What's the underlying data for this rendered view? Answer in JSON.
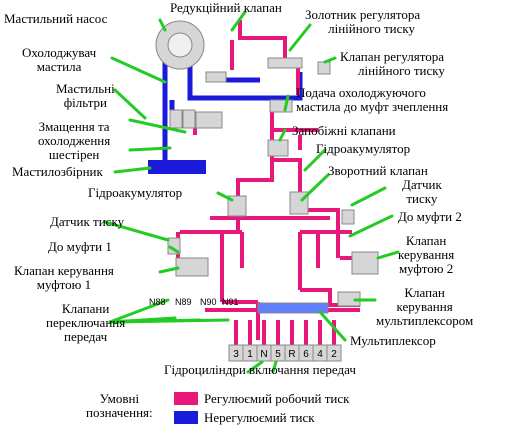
{
  "colors": {
    "regulated": "#e8187a",
    "unregulated": "#1a1adb",
    "annotation": "#22cc22",
    "component": "#d6d6d6"
  },
  "labels": {
    "oil_pump": "Мастильний насос",
    "reduction_valve": "Редукційний клапан",
    "line_spool_1": "Золотник регулятора",
    "line_spool_2": "лінійного тиску",
    "line_valve_1": "Клапан регулятора",
    "line_valve_2": "лінійного тиску",
    "oil_cooler_1": "Охолоджувач",
    "oil_cooler_2": "мастила",
    "oil_filters_1": "Мастильні",
    "oil_filters_2": "фільтри",
    "cooled_oil_1": "Подача охолоджуючого",
    "cooled_oil_2": "мастила до муфт зчеплення",
    "gear_lube_1": "Змащення та",
    "gear_lube_2": "охолодження",
    "gear_lube_3": "шестірен",
    "sump": "Мастилозбірник",
    "safety_valves": "Запобіжні клапани",
    "accumulator_top": "Гідроакумулятор",
    "check_valve": "Зворотний клапан",
    "accumulator_mid": "Гідроакумулятор",
    "pressure_sensor_right_1": "Датчик",
    "pressure_sensor_right_2": "тиску",
    "pressure_sensor_left": "Датчик тиску",
    "to_clutch_2": "До муфти 2",
    "to_clutch_1": "До муфти 1",
    "clutch2_valve_1": "Клапан",
    "clutch2_valve_2": "керування",
    "clutch2_valve_3": "муфтою 2",
    "clutch1_valve_1": "Клапан керування",
    "clutch1_valve_2": "муфтою 1",
    "mux_valve_1": "Клапан",
    "mux_valve_2": "керування",
    "mux_valve_3": "мультиплексором",
    "shift_valves_1": "Клапани",
    "shift_valves_2": "переключання",
    "shift_valves_3": "передач",
    "multiplexer": "Мультиплексор",
    "shift_cylinders": "Гідроциліндри включання передач",
    "n88": "N88",
    "n89": "N89",
    "n90": "N90",
    "n91": "N91"
  },
  "gears": [
    "3",
    "1",
    "N",
    "5",
    "R",
    "6",
    "4",
    "2"
  ],
  "legend": {
    "title_1": "Умовні",
    "title_2": "позначення:",
    "regulated": "Регулюємий робочий тиск",
    "unregulated": "Нерегулюємий тиск"
  }
}
